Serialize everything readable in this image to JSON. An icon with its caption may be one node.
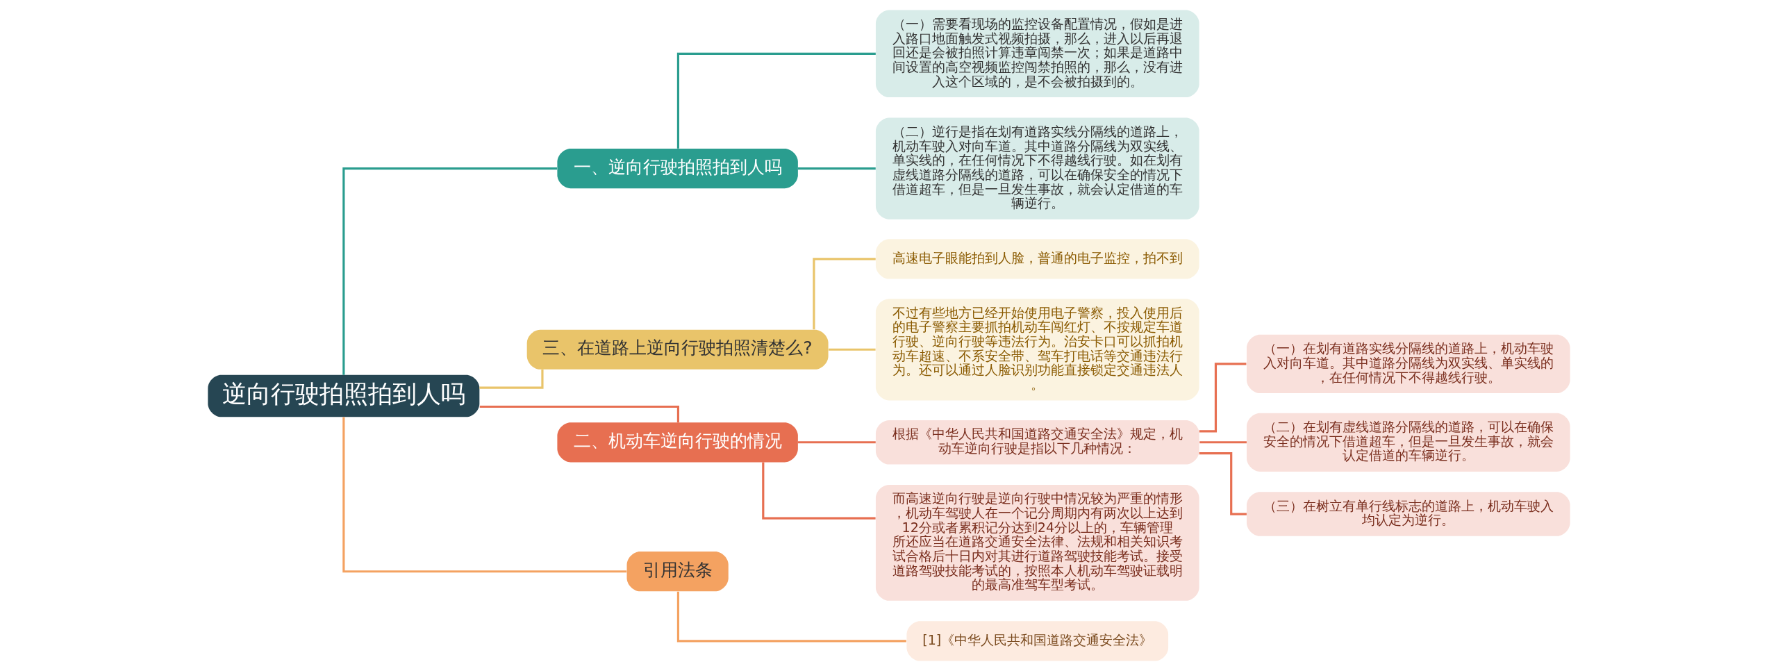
{
  "diagram": {
    "nodes": [
      {
        "text": [
          "逆向行驶拍照拍到人吗"
        ]
      },
      {
        "text": [
          "一、逆向行驶拍照拍到人吗"
        ]
      },
      {
        "text": [
          "（一）需要看现场的监控设备配置情况，假如是进入路口地面触发式视频拍摄，那么，进入以后再退回还是会被拍照计算违章闯禁一次；如果是道路中间设置的高空视频监控闯禁拍照的，那么，没有进入这个区域的，是不会被拍摄到的。"
        ]
      },
      {
        "text": [
          "（二）逆行是指在划有道路实线分隔线的道路上，机动车驶入对向车道。其中道路分隔线为双实线、单实线的，在任何情况下不得越线行驶。如在划有虚线道路分隔线的道路，可以在确保安全的情况下借道超车，但是一旦发生事故，就会认定借道的车辆逆行。"
        ]
      },
      {
        "text": [
          "三、在道路上逆向行驶拍照清楚么?"
        ]
      },
      {
        "text": [
          "高速电子眼能拍到人脸，普通的电子监控，拍不到"
        ]
      },
      {
        "text": [
          "不过有些地方已经开始使用电子警察，投入使用后的电子警察主要抓拍机动车闯红灯、不按规定车道行驶、逆向行驶等违法行为。治安卡口可以抓拍机动车超速、不系安全带、驾车打电话等交通违法行为。还可以通过人脸识别功能直接锁定交通违法人。"
        ]
      },
      {
        "text": [
          "二、机动车逆向行驶的情况"
        ]
      },
      {
        "text": [
          "根据《中华人民共和国道路交通安全法》规定，机动车逆向行驶是指以下几种情况："
        ]
      },
      {
        "text": [
          "（一）在划有道路实线分隔线的道路上，机动车驶入对向车道。其中道路分隔线为双实线、单实线的，在任何情况下不得越线行驶。"
        ]
      },
      {
        "text": [
          "（二）在划有虚线道路分隔线的道路，可以在确保安全的情况下借道超车，但是一旦发生事故，就会认定借道的车辆逆行。"
        ]
      },
      {
        "text": [
          "（三）在树立有单行线标志的道路上，机动车驶入均认定为逆行。"
        ]
      },
      {
        "text": [
          "而高速逆向行驶是逆向行驶中情况较为严重的情形，机动车驾驶人在一个记分周期内有两次以上达到12分或者累积记分达到24分以上的，车辆管理所还应当在道路交通安全法律、法规和相关知识考试合格后十日内对其进行道路驾驶技能考试。接受道路驾驶技能考试的，按照本人机动车驾驶证载明的最高准驾车型考试。"
        ]
      },
      {
        "text": [
          "引用法条"
        ]
      },
      {
        "text": [
          "[1]《中华人民共和国道路交通安全法》"
        ]
      }
    ],
    "edges": [
      {
        "from": 0,
        "to": 1,
        "arrow": "none",
        "color": "#2a9d8f"
      },
      {
        "from": 1,
        "to": 2,
        "arrow": "none",
        "color": "#2a9d8f"
      },
      {
        "from": 1,
        "to": 3,
        "arrow": "none",
        "color": "#2a9d8f"
      },
      {
        "from": 0,
        "to": 4,
        "arrow": "none",
        "color": "#e9c46a"
      },
      {
        "from": 4,
        "to": 5,
        "arrow": "none",
        "color": "#e9c46a"
      },
      {
        "from": 4,
        "to": 6,
        "arrow": "none",
        "color": "#e9c46a"
      },
      {
        "from": 0,
        "to": 7,
        "arrow": "none"
      },
      {
        "from": 7,
        "to": 8,
        "arrow": "none"
      },
      {
        "from": 8,
        "to": 9,
        "arrow": "none"
      },
      {
        "from": 8,
        "to": 10,
        "arrow": "none"
      },
      {
        "from": 8,
        "to": 11,
        "arrow": "none"
      },
      {
        "from": 7,
        "to": 12,
        "arrow": "none"
      },
      {
        "from": 0,
        "to": 13,
        "arrow": "none",
        "color": "#f4a261"
      },
      {
        "from": 13,
        "to": 14,
        "arrow": "none",
        "color": "#f4a261"
      }
    ]
  }
}
